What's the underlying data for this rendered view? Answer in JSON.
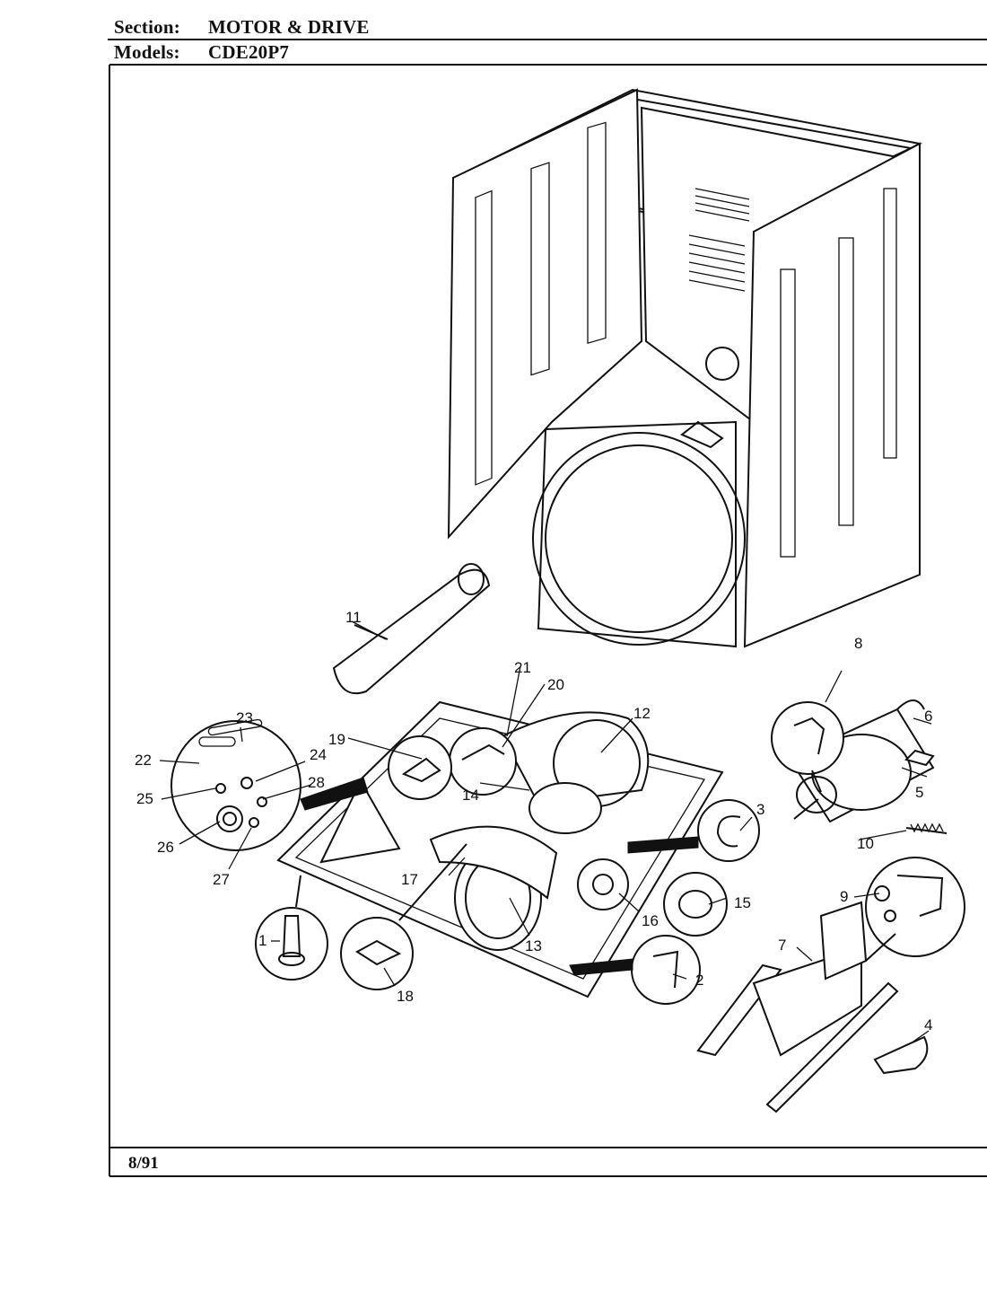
{
  "header": {
    "section_label": "Section:",
    "section_value": "MOTOR & DRIVE",
    "models_label": "Models:",
    "models_value": "CDE20P7"
  },
  "footer": {
    "date": "8/91"
  },
  "callouts": [
    {
      "id": "1",
      "label": "1"
    },
    {
      "id": "2",
      "label": "2"
    },
    {
      "id": "3",
      "label": "3"
    },
    {
      "id": "4",
      "label": "4"
    },
    {
      "id": "5",
      "label": "5"
    },
    {
      "id": "6",
      "label": "6"
    },
    {
      "id": "7",
      "label": "7"
    },
    {
      "id": "8",
      "label": "8"
    },
    {
      "id": "9",
      "label": "9"
    },
    {
      "id": "10",
      "label": "10"
    },
    {
      "id": "11",
      "label": "11"
    },
    {
      "id": "12",
      "label": "12"
    },
    {
      "id": "13",
      "label": "13"
    },
    {
      "id": "14",
      "label": "14"
    },
    {
      "id": "15",
      "label": "15"
    },
    {
      "id": "16",
      "label": "16"
    },
    {
      "id": "17",
      "label": "17"
    },
    {
      "id": "18",
      "label": "18"
    },
    {
      "id": "19",
      "label": "19"
    },
    {
      "id": "20",
      "label": "20"
    },
    {
      "id": "21",
      "label": "21"
    },
    {
      "id": "22",
      "label": "22"
    },
    {
      "id": "23",
      "label": "23"
    },
    {
      "id": "24",
      "label": "24"
    },
    {
      "id": "25",
      "label": "25"
    },
    {
      "id": "26",
      "label": "26"
    },
    {
      "id": "27",
      "label": "27"
    },
    {
      "id": "28",
      "label": "28"
    }
  ]
}
